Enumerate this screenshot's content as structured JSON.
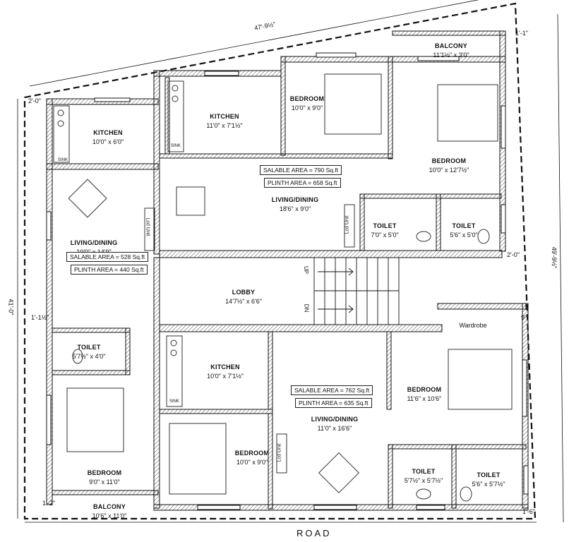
{
  "plot": {
    "top_dim": "47'-9½\"",
    "right_dim": "49'-9½\"",
    "left_dim": "41'-0\"",
    "road": "ROAD",
    "setbacks": {
      "top_right": "1'-1\"",
      "top_left": "2'-0\"",
      "right_mid": "2'-0\"",
      "right_low": "9\"",
      "left_low": "1'-1½\"",
      "bottom_left": "1'-2\"",
      "bottom_right": "1'-6\""
    }
  },
  "rooms": {
    "balcony_top": {
      "name": "BALCONY",
      "dim": "11'1½\" x 3'0\""
    },
    "bedroom_top_mid": {
      "name": "BEDROOM",
      "dim": "10'0\" x 9'0\""
    },
    "bedroom_top_right": {
      "name": "BEDROOM",
      "dim": "10'0\" x 12'7½\""
    },
    "kitchen_top_mid": {
      "name": "KITCHEN",
      "dim": "11'0\" x 7'1½\""
    },
    "kitchen_left": {
      "name": "KITCHEN",
      "dim": "10'0\" x 6'0\""
    },
    "living_top": {
      "name": "LIVING/DINING",
      "dim": "18'6\" x 9'0\""
    },
    "toilet_top_a": {
      "name": "TOILET",
      "dim": "7'0\" x 5'0\""
    },
    "toilet_top_b": {
      "name": "TOILET",
      "dim": "5'6\" x 5'0\""
    },
    "living_left": {
      "name": "LIVING/DINING",
      "dim": "10'0\" x 14'9\""
    },
    "lobby": {
      "name": "LOBBY",
      "dim": "14'7½\" x 6'6\""
    },
    "toilet_left": {
      "name": "TOILET",
      "dim": "5'7½\" x 4'0\""
    },
    "kitchen_bottom": {
      "name": "KITCHEN",
      "dim": "10'0\" x 7'1½\""
    },
    "bedroom_bottom_mid": {
      "name": "BEDROOM",
      "dim": "10'0\" x 9'0\""
    },
    "living_bottom": {
      "name": "LIVING/DINING",
      "dim": "11'0\" x 16'6\""
    },
    "bedroom_bottom_right": {
      "name": "BEDROOM",
      "dim": "11'6\" x 10'6\""
    },
    "wardrobe": {
      "name": "Wardrobe"
    },
    "toilet_bottom_a": {
      "name": "TOILET",
      "dim": "5'7½\" x 5'7½\""
    },
    "toilet_bottom_b": {
      "name": "TOILET",
      "dim": "5'6\" x 5'7½\""
    },
    "bedroom_left": {
      "name": "BEDROOM",
      "dim": "9'0\" x 11'0\""
    },
    "balcony_bottom": {
      "name": "BALCONY",
      "dim": "10'6\" x 11'0\""
    }
  },
  "areas": {
    "top": {
      "salable": "SALABLE AREA = 790 Sq.ft",
      "plinth": "PLINTH AREA = 658 Sq.ft"
    },
    "left": {
      "salable": "SALABLE AREA = 528 Sq.ft",
      "plinth": "PLINTH AREA = 440 Sq.ft"
    },
    "bottom": {
      "salable": "SALABLE AREA = 762 Sq.ft",
      "plinth": "PLINTH AREA = 635 Sq.ft"
    }
  },
  "stairs": {
    "up": "UP",
    "down": "DN"
  },
  "fixtures": {
    "sink": "SINK",
    "lcd": "Lcd Unit"
  },
  "colors": {
    "wall": "#1a1a1a",
    "hatch": "#555555",
    "furniture": "#333333"
  }
}
